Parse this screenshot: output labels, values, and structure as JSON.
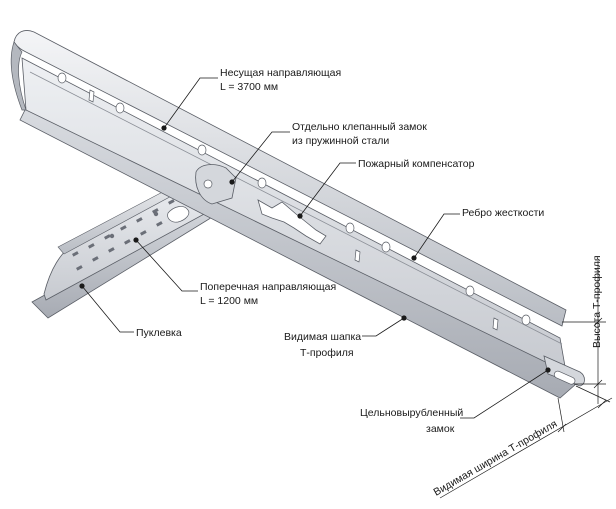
{
  "labels": {
    "main_runner_name": "Несущая направляющая",
    "main_runner_length": "L = 3700 мм",
    "riveted_lock_1": "Отдельно клепанный замок",
    "riveted_lock_2": "из пружинной стали",
    "fire_compensator": "Пожарный компенсатор",
    "stiffening_rib": "Ребро жесткости",
    "cross_tee_name": "Поперечная направляющая",
    "cross_tee_length": "L = 1200 мм",
    "puklevka": "Пуклевка",
    "visible_cap_1": "Видимая шапка",
    "visible_cap_2": "Т-профиля",
    "punched_lock_1": "Цельновырубленный",
    "punched_lock_2": "замок",
    "profile_height": "Высота Т-профиля",
    "profile_width": "Видимая ширина Т-профиля"
  },
  "colors": {
    "steel_light": "#e4e6ea",
    "steel_mid": "#c9ccd2",
    "steel_dark": "#9ea2aa",
    "outline": "#5a5e66",
    "text": "#1a1a1a"
  }
}
